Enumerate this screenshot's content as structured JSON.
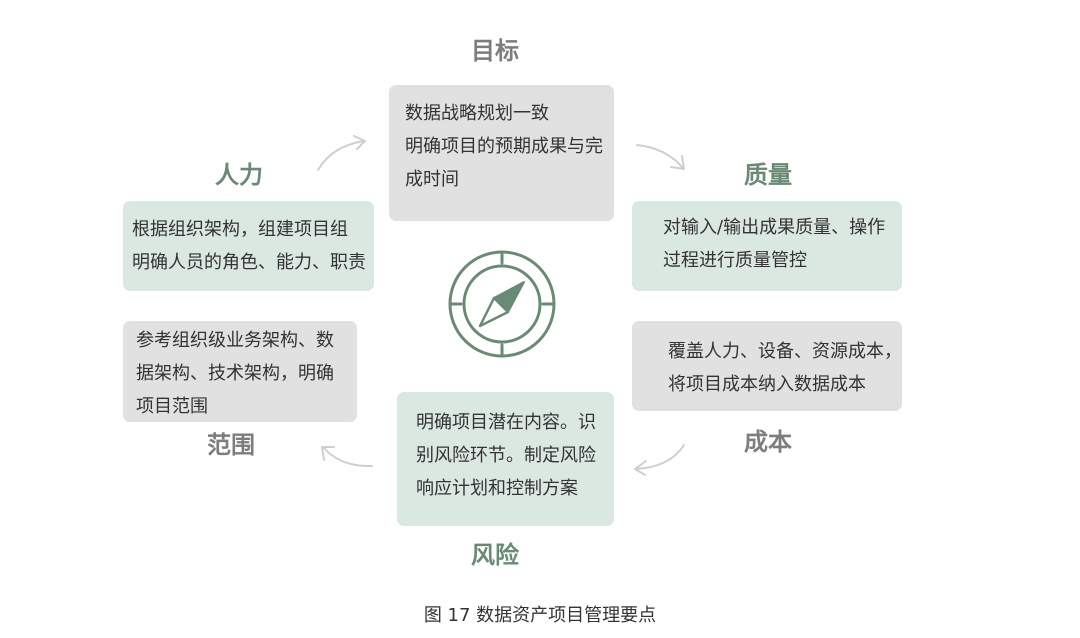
{
  "labels": {
    "goal": "目标",
    "people": "人力",
    "quality": "质量",
    "scope": "范围",
    "cost": "成本",
    "risk": "风险"
  },
  "boxes": {
    "goal": [
      "数据战略规划一致",
      "明确项目的预期成果与完",
      "成时间"
    ],
    "people": [
      "根据组织架构，组建项目组",
      "明确人员的角色、能力、职责"
    ],
    "quality": [
      "对输入/输出成果质量、操作",
      "过程进行质量管控"
    ],
    "scope": [
      "参考组织级业务架构、数",
      "据架构、技术架构，明确",
      "项目范围"
    ],
    "cost": [
      "覆盖人力、设备、资源成本，",
      "将项目成本纳入数据成本"
    ],
    "risk": [
      "明确项目潜在内容。识",
      "别风险环节。制定风险",
      "响应计划和控制方案"
    ]
  },
  "caption": "图 17 数据资产项目管理要点",
  "icons": {
    "center": "compass-icon",
    "arrows": "curved-arrow-icon"
  },
  "colors": {
    "accent_green": "#6b8a76",
    "label_gray": "#7d7d7d",
    "box_gray": "#e1e1e1",
    "box_green": "#dbe7e1",
    "arrow": "#cfcfcf"
  }
}
